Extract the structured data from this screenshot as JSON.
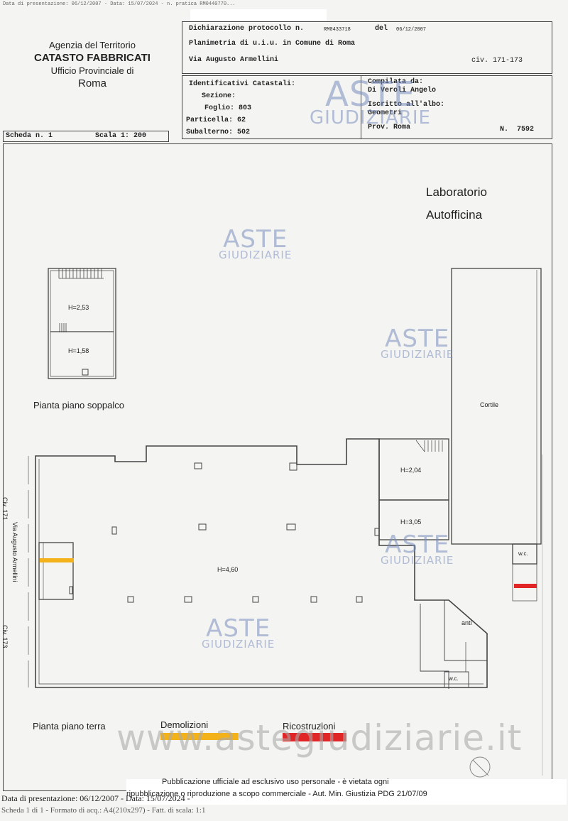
{
  "top_stamp": "Data di presentazione: 06/12/2007 - Data: 15/07/2024 - n. pratica RM0440770...",
  "header": {
    "agency_line1": "Agenzia del Territorio",
    "agency_line2": "CATASTO FABBRICATI",
    "agency_line3": "Ufficio Provinciale di",
    "agency_line4": "Roma",
    "dichiarazione_label": "Dichiarazione protocollo n.",
    "dichiarazione_num": "RM0433718",
    "del_label": "del",
    "del_date": "06/12/2007",
    "planimetria": "Planimetria di u.i.u. in Comune di Roma",
    "via": "Via Augusto Armellini",
    "civ": "civ. 171-173",
    "ident_label": "Identificativi Catastali:",
    "sezione": "Sezione:",
    "foglio": "Foglio: 803",
    "particella": "Particella: 62",
    "subalterno": "Subalterno: 502",
    "compilata_label": "Compilata da:",
    "compilata_name": "Di Veroli Angelo",
    "iscritto": "Iscritto all'albo:",
    "albo": "Geometri",
    "prov": "Prov. Roma",
    "n_label": "N.",
    "n_value": "7592",
    "scheda": "Scheda n. 1",
    "scala": "Scala 1: 200"
  },
  "plan": {
    "title1": "Laboratorio",
    "title2": "Autofficina",
    "h_253": "H=2,53",
    "h_158": "H=1,58",
    "soppalco": "Pianta piano soppalco",
    "cortile": "Cortile",
    "h_204": "H=2,04",
    "h_305": "H=3,05",
    "h_460": "H=4,60",
    "civ171": "Civ. 171",
    "civ173": "Civ. 173",
    "via_side": "Via Augusto Armellini",
    "wc1": "w.c.",
    "wc2": "w.c.",
    "anti": "anti",
    "terra": "Pianta piano terra"
  },
  "legend": {
    "demolizioni": "Demolizioni",
    "ricostruzioni": "Ricostruzioni",
    "demol_color": "#f4b21a",
    "ricos_color": "#e02626"
  },
  "watermark": {
    "aste": "ASTE",
    "giudiziarie": "GIUDIZIARIE",
    "site": "www.astegiudiziarie.it"
  },
  "footer": {
    "notice1": "Pubblicazione ufficiale ad esclusivo uso personale - è vietata ogni",
    "notice2": "ripubblicazione o riproduzione a scopo commerciale - Aut. Min. Giustizia PDG 21/07/09",
    "presentazione": "Data di presentazione: 06/12/2007 - Data: 15/07/2024 -",
    "scheda_line": "Scheda 1 di 1 - Formato di acq.: A4(210x297) - Fatt. di scala: 1:1"
  }
}
